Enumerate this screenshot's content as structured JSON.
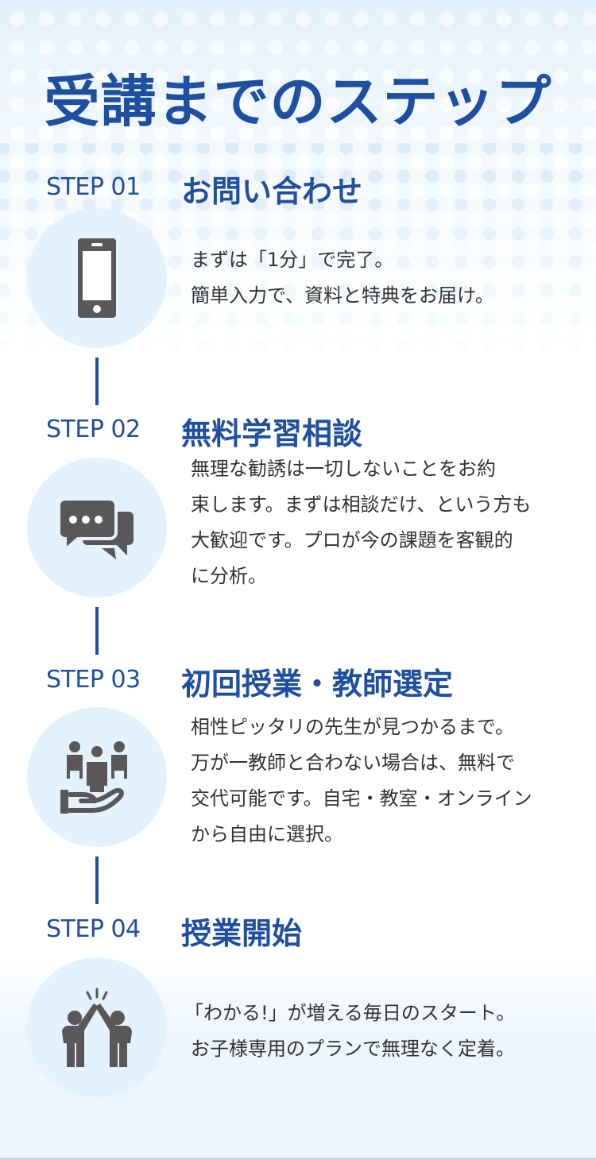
{
  "title": "受講までのステップ",
  "colors": {
    "accent": "#1f4fa0",
    "icon": "#5a5758",
    "circle": "#e3f2fc",
    "text": "#333333"
  },
  "steps": [
    {
      "label": "STEP 01",
      "title": "お問い合わせ",
      "icon": "smartphone-icon",
      "lines": [
        "まずは「1分」で完了。",
        "簡単入力で、資料と特典をお届け。"
      ]
    },
    {
      "label": "STEP 02",
      "title": "無料学習相談",
      "icon": "chat-bubbles-icon",
      "lines": [
        "無理な勧誘は一切しないことをお約",
        "束します。まずは相談だけ、という方も",
        "大歓迎です。プロが今の課題を客観的",
        "に分析。"
      ]
    },
    {
      "label": "STEP 03",
      "title": "初回授業・教師選定",
      "icon": "people-in-hand-icon",
      "lines": [
        "相性ピッタリの先生が見つかるまで。",
        "万が一教師と合わない場合は、無料で",
        "交代可能です。自宅・教室・オンライン",
        "から自由に選択。"
      ]
    },
    {
      "label": "STEP 04",
      "title": "授業開始",
      "icon": "high-five-icon",
      "lines": [
        "「わかる!」が増える毎日のスタート。",
        "お子様専用のプランで無理なく定着。"
      ]
    }
  ]
}
